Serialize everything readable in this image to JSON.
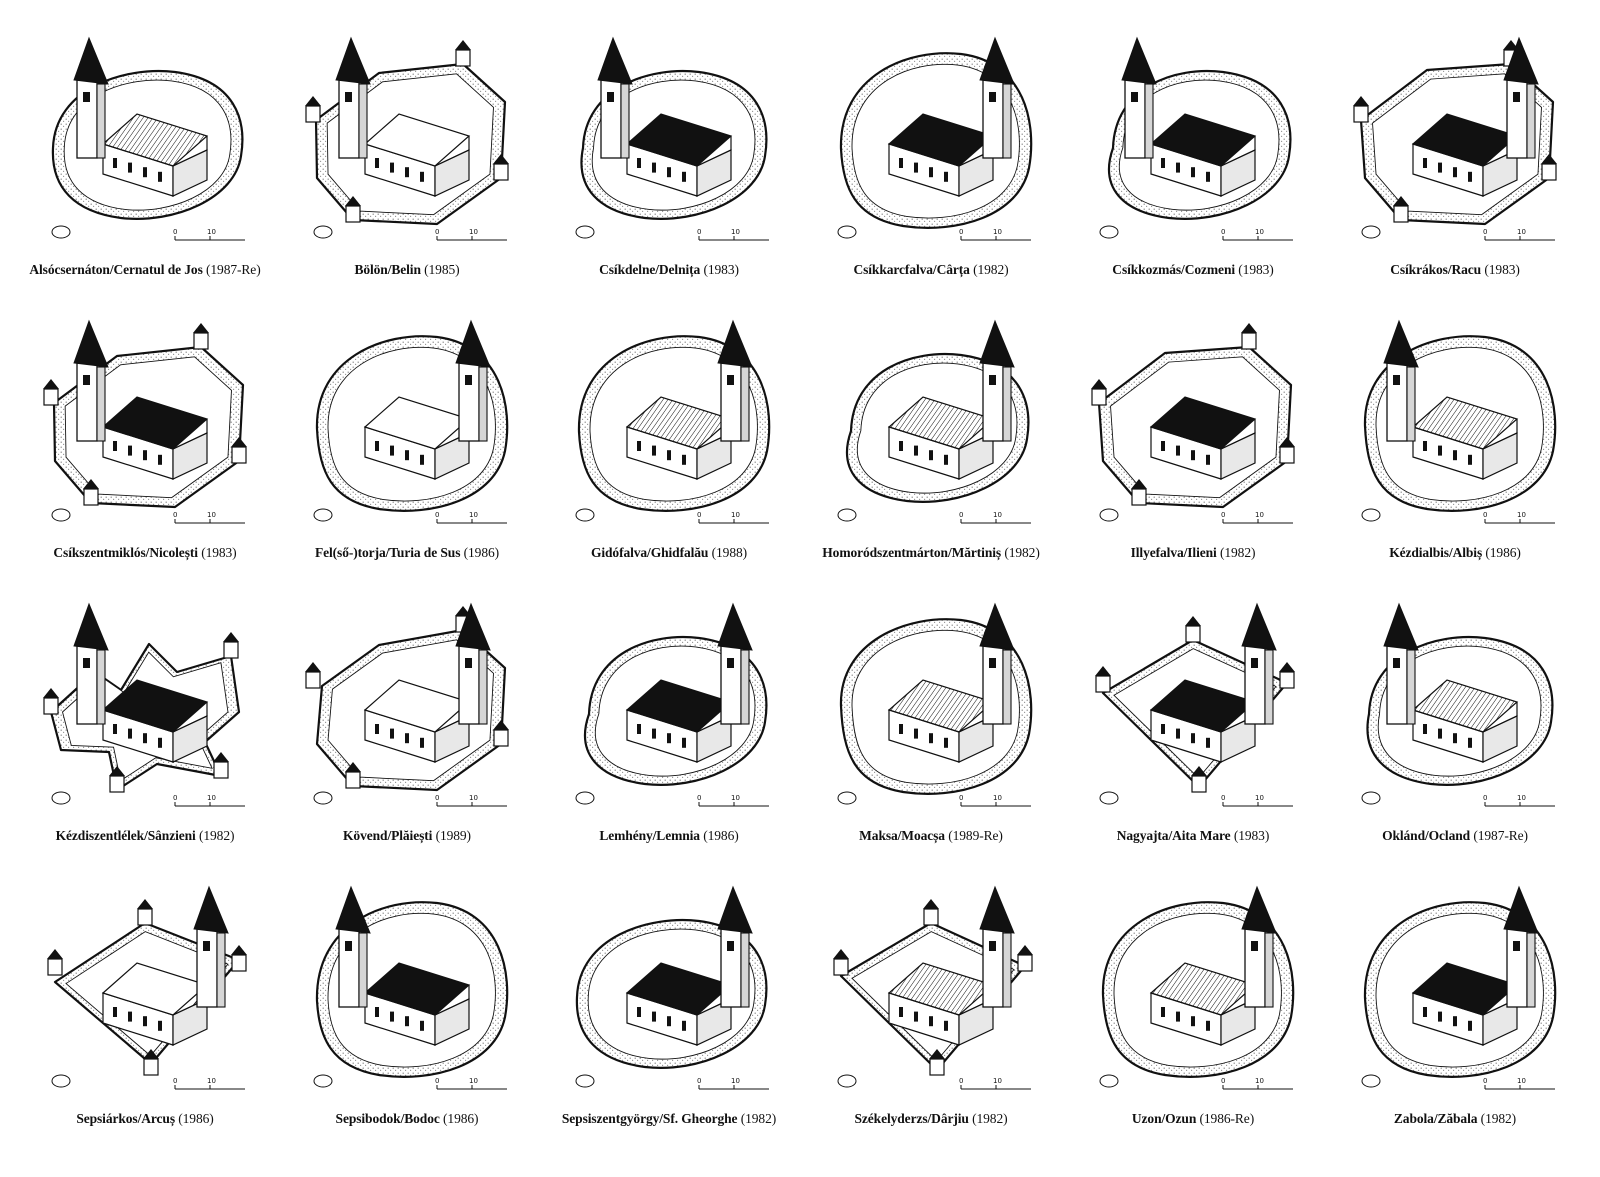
{
  "churches": [
    {
      "name": "Alsócsernáton/Cernatul de Jos",
      "year": "(1987-Re)",
      "wall": "oval",
      "tower": "left",
      "roof": "hatched"
    },
    {
      "name": "Bölön/Belin",
      "year": "(1985)",
      "wall": "polygon",
      "tower": "left",
      "roof": "light"
    },
    {
      "name": "Csíkdelne/Delnița",
      "year": "(1983)",
      "wall": "oval",
      "tower": "left",
      "roof": "dark"
    },
    {
      "name": "Csíkkarcfalva/Cârța",
      "year": "(1982)",
      "wall": "ring",
      "tower": "right",
      "roof": "dark"
    },
    {
      "name": "Csíkkozmás/Cozmeni",
      "year": "(1983)",
      "wall": "oval",
      "tower": "left",
      "roof": "dark"
    },
    {
      "name": "Csíkrákos/Racu",
      "year": "(1983)",
      "wall": "polygon",
      "tower": "right",
      "roof": "dark"
    },
    {
      "name": "Csíkszentmiklós/Nicolești",
      "year": "(1983)",
      "wall": "polygon",
      "tower": "left",
      "roof": "dark"
    },
    {
      "name": "Fel(ső-)torja/Turia de Sus",
      "year": "(1986)",
      "wall": "ring",
      "tower": "right",
      "roof": "light"
    },
    {
      "name": "Gidófalva/Ghidfalău",
      "year": "(1988)",
      "wall": "ring",
      "tower": "right",
      "roof": "hatched"
    },
    {
      "name": "Homoródszentmárton/Mărtiniș",
      "year": "(1982)",
      "wall": "oval",
      "tower": "right",
      "roof": "hatched"
    },
    {
      "name": "Illyefalva/Ilieni",
      "year": "(1982)",
      "wall": "polygon",
      "tower": "none",
      "roof": "dark"
    },
    {
      "name": "Kézdialbis/Albiș",
      "year": "(1986)",
      "wall": "ring",
      "tower": "left",
      "roof": "hatched"
    },
    {
      "name": "Kézdiszentlélek/Sânzieni",
      "year": "(1982)",
      "wall": "star",
      "tower": "left",
      "roof": "dark"
    },
    {
      "name": "Kövend/Plăiești",
      "year": "(1989)",
      "wall": "polygon",
      "tower": "right",
      "roof": "light"
    },
    {
      "name": "Lemhény/Lemnia",
      "year": "(1986)",
      "wall": "oval",
      "tower": "right",
      "roof": "dark"
    },
    {
      "name": "Maksa/Moacșa",
      "year": "(1989-Re)",
      "wall": "ring",
      "tower": "right",
      "roof": "hatched"
    },
    {
      "name": "Nagyajta/Aita Mare",
      "year": "(1983)",
      "wall": "square",
      "tower": "right",
      "roof": "dark"
    },
    {
      "name": "Oklánd/Ocland",
      "year": "(1987-Re)",
      "wall": "oval",
      "tower": "left",
      "roof": "hatched"
    },
    {
      "name": "Sepsiárkos/Arcuș",
      "year": "(1986)",
      "wall": "square",
      "tower": "right",
      "roof": "light"
    },
    {
      "name": "Sepsibodok/Bodoc",
      "year": "(1986)",
      "wall": "ring",
      "tower": "left",
      "roof": "dark"
    },
    {
      "name": "Sepsiszentgyörgy/Sf. Gheorghe",
      "year": "(1982)",
      "wall": "oval",
      "tower": "right",
      "roof": "dark"
    },
    {
      "name": "Székelyderzs/Dârjiu",
      "year": "(1982)",
      "wall": "square",
      "tower": "right",
      "roof": "hatched"
    },
    {
      "name": "Uzon/Ozun",
      "year": "(1986-Re)",
      "wall": "ring",
      "tower": "right",
      "roof": "hatched"
    },
    {
      "name": "Zabola/Zăbala",
      "year": "(1982)",
      "wall": "ring",
      "tower": "right",
      "roof": "dark"
    }
  ],
  "scale_labels": [
    "0",
    "10"
  ],
  "colors": {
    "ink": "#111111",
    "paper": "#ffffff",
    "stipple": "#8a8a8a"
  }
}
